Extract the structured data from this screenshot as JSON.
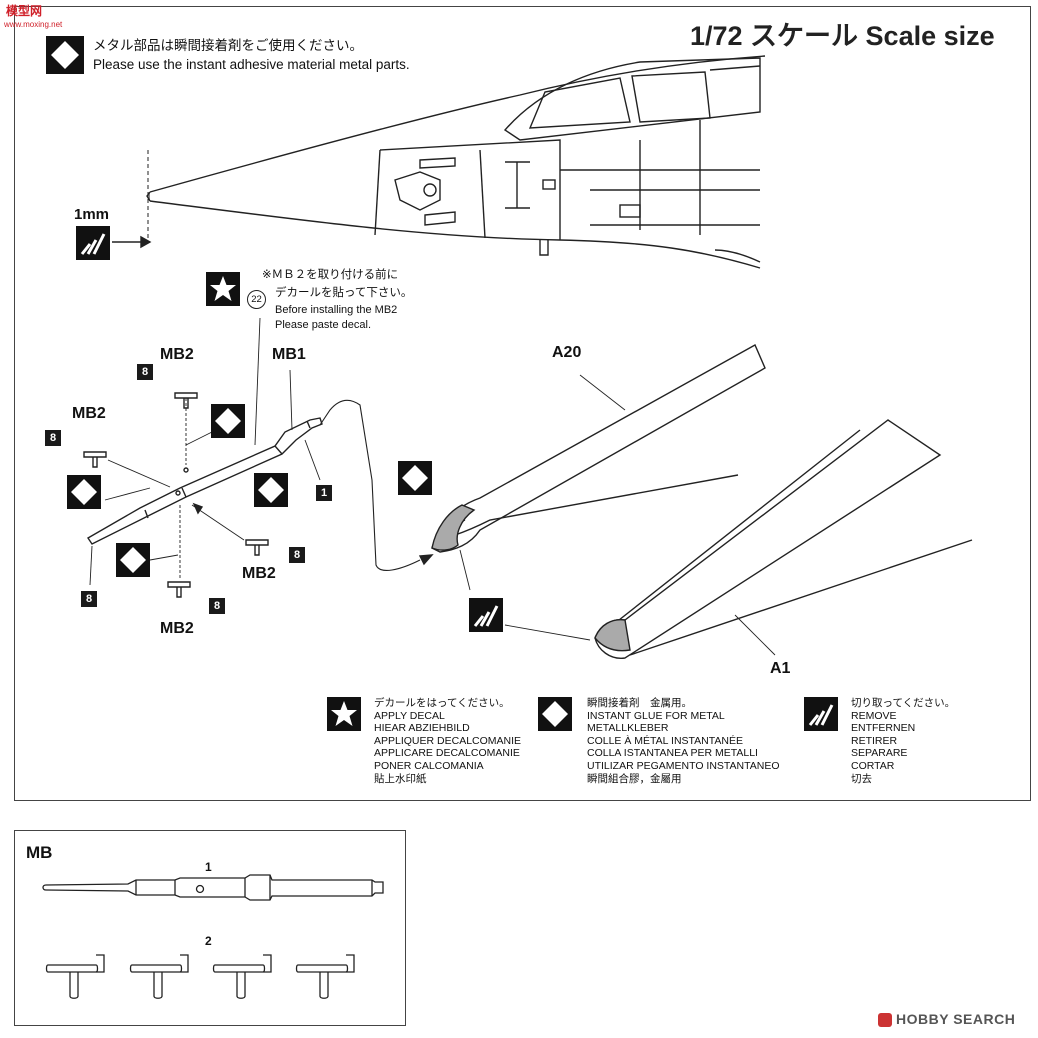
{
  "watermark": {
    "logo_text": "模型网",
    "logo_sub": "www.moxing.net"
  },
  "header": {
    "scale_title": "1/72 スケール Scale size"
  },
  "top_note": {
    "jp": "メタル部品は瞬間接着剤をご使用ください。",
    "en": "Please use the instant adhesive material metal parts."
  },
  "nose": {
    "cut_length": "1mm"
  },
  "decal_note": {
    "jp_line1": "※ＭＢ２を取り付ける前に",
    "jp_line2": "デカールを貼って下さい。",
    "en_line1": "Before installing the MB2",
    "en_line2": "Please paste decal.",
    "decal_number": "22"
  },
  "labels": {
    "mb1": "MB1",
    "mb2": "MB2",
    "a20": "A20",
    "a1": "A1",
    "num_8": "8",
    "num_1": "1"
  },
  "legend": {
    "decal": [
      "デカールをはってください。",
      "APPLY DECAL",
      "HIEAR ABZIEHBILD",
      "APPLIQUER DECALCOMANIE",
      "APPLICARE DECALCOMANIE",
      "PONER CALCOMANIA",
      "貼上水印紙"
    ],
    "glue": [
      "瞬間接着剤　金属用。",
      "INSTANT GLUE FOR METAL",
      "METALLKLEBER",
      "COLLE À MÉTAL INSTANTANÉE",
      "COLLA ISTANTANEA PER METALLI",
      "UTILIZAR PEGAMENTO INSTANTANEO",
      "瞬間組合膠，金屬用"
    ],
    "cut": [
      "切り取ってください。",
      "REMOVE",
      "ENTFERNEN",
      "RETIRER",
      "SEPARARE",
      "CORTAR",
      "切去"
    ]
  },
  "parts_box": {
    "title": "MB",
    "part_1": "1",
    "part_2": "2"
  },
  "footer": {
    "brand": "HOBBY SEARCH"
  },
  "icons": {
    "decal": "star-icon",
    "glue": "diamond-icon",
    "cut": "cut-icon"
  }
}
